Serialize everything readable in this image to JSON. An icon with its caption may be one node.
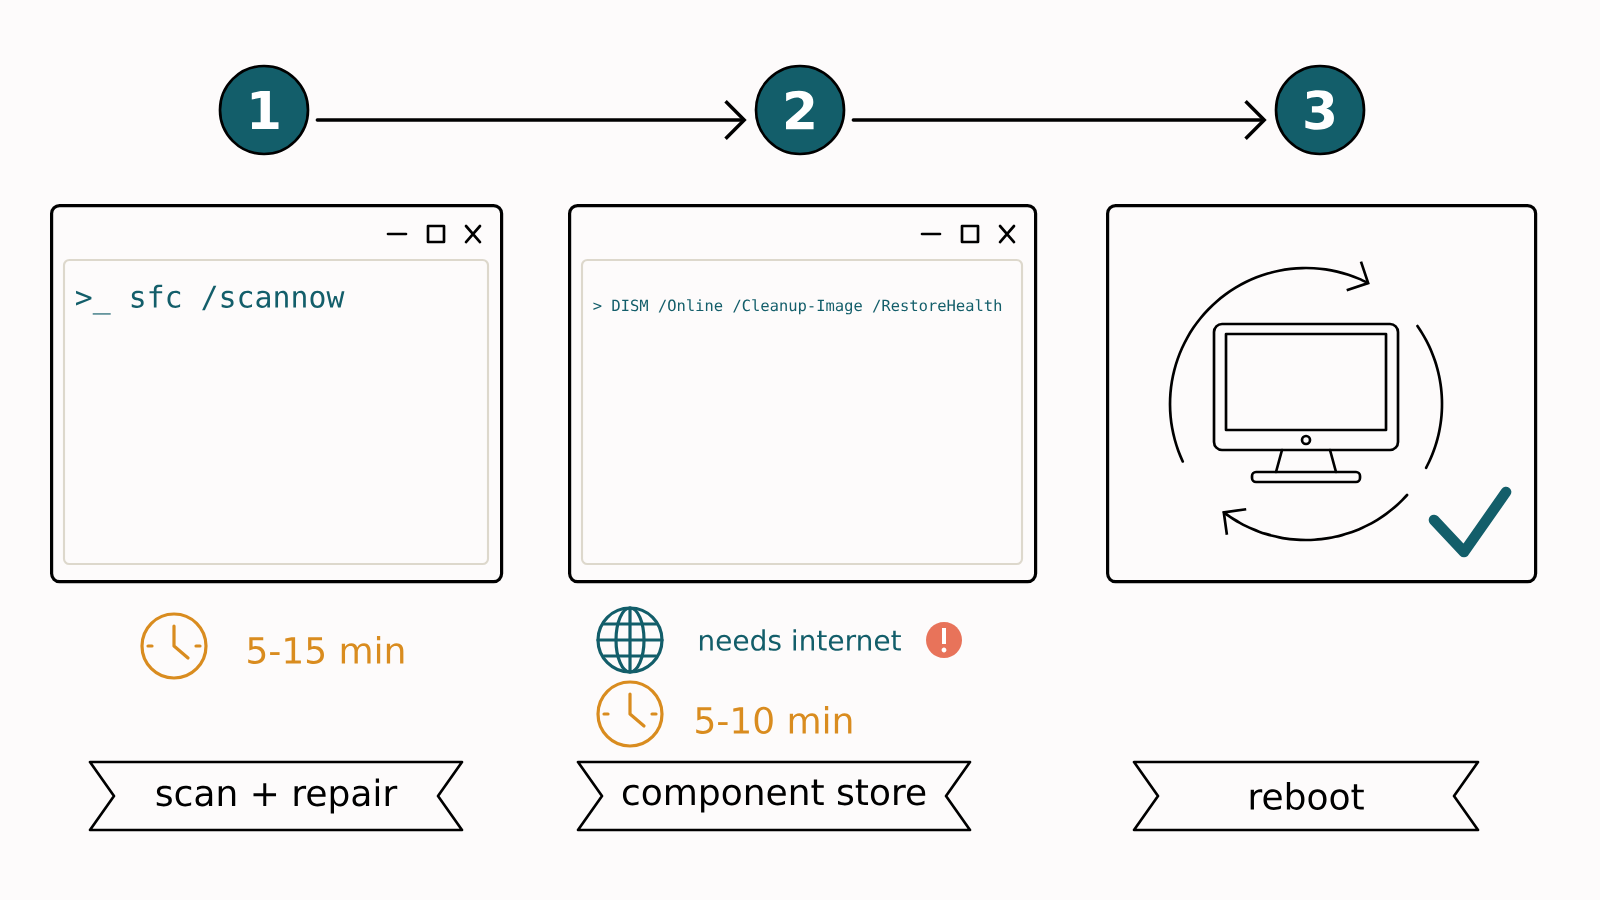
{
  "diagram": {
    "nodes": [
      {
        "text": [
          "1"
        ]
      },
      {
        "text": [
          "2"
        ]
      },
      {
        "text": [
          "3"
        ]
      },
      {
        "text": [
          ">_ sfc /scannow"
        ]
      },
      {
        "text": [
          "> DISM /Online /Cleanup-Image /RestoreHealth"
        ]
      },
      {
        "text": [],
        "shape": "box"
      },
      {
        "text": [
          "scan + repair"
        ]
      },
      {
        "text": [
          "component store"
        ]
      },
      {
        "text": [
          "reboot"
        ]
      }
    ],
    "edges": [
      {
        "from": 0,
        "to": 1,
        "arrow": "to"
      },
      {
        "from": 1,
        "to": 2,
        "arrow": "to"
      }
    ],
    "labels": [
      "5-15 min",
      "needs internet",
      "5-10 min"
    ]
  }
}
